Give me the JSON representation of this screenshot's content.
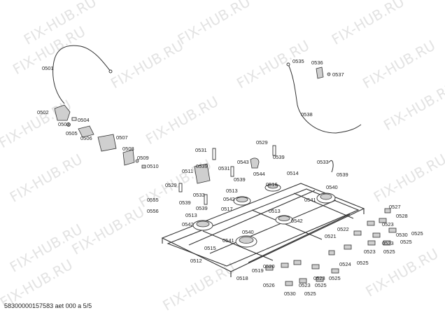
{
  "watermark": "FIX-HUB.RU",
  "footer": "58300000157583 aet 000 a 5/5",
  "labels": {
    "l0501": "0501",
    "l0502": "0502",
    "l0503": "0503",
    "l0504": "0504",
    "l0505": "0505",
    "l0506": "0506",
    "l0507": "0507",
    "l0508": "0508",
    "l0509": "0509",
    "l0510": "0510",
    "l0511": "0511",
    "l0512": "0512",
    "l0513a": "0513",
    "l0513b": "0513",
    "l0513c": "0513",
    "l0514": "0514",
    "l0515": "0515",
    "l0516": "0516",
    "l0517": "0517",
    "l0518": "0518",
    "l0519": "0519",
    "l0520": "0520",
    "l0521": "0521",
    "l0522": "0522",
    "l0523a": "0523",
    "l0523b": "0523",
    "l0523c": "0523",
    "l0523d": "0523",
    "l0523e": "0523",
    "l0524": "0524",
    "l0525a": "0525",
    "l0525b": "0525",
    "l0525c": "0525",
    "l0525d": "0525",
    "l0525e": "0525",
    "l0525f": "0525",
    "l0525g": "0525",
    "l0526": "0526",
    "l0527": "0527",
    "l0528": "0528",
    "l0529a": "0529",
    "l0529b": "0529",
    "l0530a": "0530",
    "l0530b": "0530",
    "l0531a": "0531",
    "l0531b": "0531",
    "l0533a": "0533",
    "l0533b": "0533",
    "l0535": "0535",
    "l0536": "0536",
    "l0537": "0537",
    "l0538": "0538",
    "l0539a": "0539",
    "l0539b": "0539",
    "l0539c": "0539",
    "l0539d": "0539",
    "l0539e": "0539",
    "l0539f": "0539",
    "l0540a": "0540",
    "l0540b": "0540",
    "l0541a": "0541",
    "l0541b": "0541",
    "l0542a": "0542",
    "l0542b": "0542",
    "l0542c": "0542",
    "l0543": "0543",
    "l0544": "0544",
    "l0555": "0555",
    "l0556": "0556"
  }
}
